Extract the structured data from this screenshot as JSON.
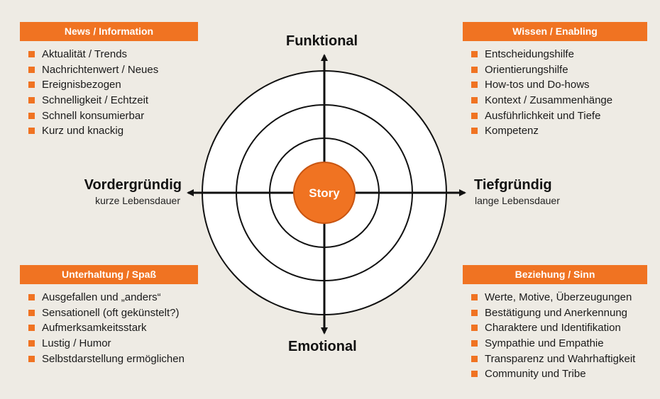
{
  "center_label": "Story",
  "axes": {
    "top": "Funktional",
    "bottom": "Emotional",
    "left": "Vordergründig",
    "left_sub": "kurze Lebensdauer",
    "right": "Tiefgründig",
    "right_sub": "lange Lebensdauer"
  },
  "colors": {
    "accent": "#f07322",
    "background": "#eeebe4"
  },
  "panels": {
    "top_left": {
      "title": "News / Information",
      "items": [
        "Aktualität / Trends",
        "Nachrichtenwert / Neues",
        "Ereignisbezogen",
        "Schnelligkeit / Echtzeit",
        "Schnell konsumierbar",
        "Kurz und knackig"
      ]
    },
    "top_right": {
      "title": "Wissen / Enabling",
      "items": [
        "Entscheidungshilfe",
        "Orientierungshilfe",
        "How-tos und Do-hows",
        "Kontext / Zusammenhänge",
        "Ausführlichkeit und Tiefe",
        "Kompetenz"
      ]
    },
    "bottom_left": {
      "title": "Unterhaltung / Spaß",
      "items": [
        "Ausgefallen und „anders“",
        "Sensationell (oft gekünstelt?)",
        "Aufmerksamkeitsstark",
        "Lustig / Humor",
        "Selbstdarstellung ermöglichen"
      ]
    },
    "bottom_right": {
      "title": "Beziehung / Sinn",
      "items": [
        "Werte, Motive, Überzeugungen",
        "Bestätigung und Anerkennung",
        "Charaktere und Identifikation",
        "Sympathie und Empathie",
        "Transparenz und Wahrhaftigkeit",
        "Community und Tribe"
      ]
    }
  }
}
